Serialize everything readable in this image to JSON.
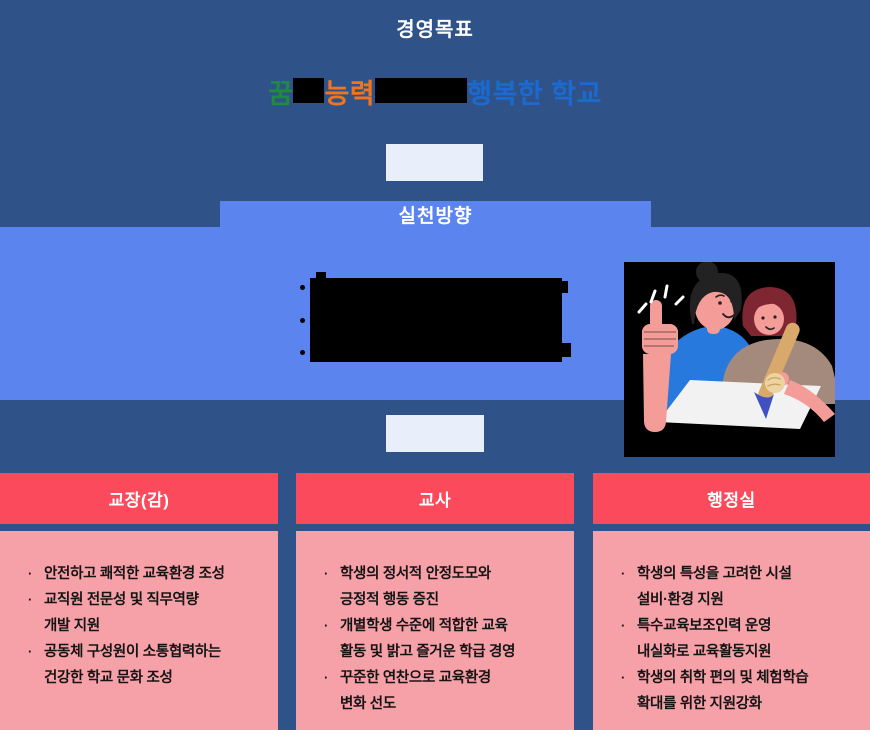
{
  "colors": {
    "background_navy": "#2f5389",
    "band_blue": "#5b84ee",
    "connector_light": "#e9effa",
    "header_red": "#fb4a5b",
    "body_pink": "#f6a0a8",
    "slogan_green": "#1e8b3d",
    "slogan_orange": "#f0761d",
    "slogan_blue": "#1b6ad1",
    "redacted_black": "#000000"
  },
  "ui": {
    "bullet": "·"
  },
  "header": {
    "title": "경영목표"
  },
  "slogan": {
    "segments": [
      {
        "text": "꿈",
        "style": "green"
      },
      {
        "text": "",
        "style": "redacted-short"
      },
      {
        "text": "능력",
        "style": "orange"
      },
      {
        "text": "",
        "style": "redacted-long"
      },
      {
        "text": "행복한 학교",
        "style": "blue"
      }
    ]
  },
  "action_section": {
    "title": "실천방향",
    "items_redacted": true,
    "item_count": 3
  },
  "illustration": {
    "name": "teacher-thumbs-up-with-student-writing"
  },
  "departments": [
    {
      "title": "교장(감)",
      "items": [
        "안전하고 쾌적한 교육환경 조성",
        "교직원 전문성 및 직무역량\n개발 지원",
        "공동체 구성원이 소통협력하는\n건강한 학교 문화 조성"
      ]
    },
    {
      "title": "교사",
      "items": [
        "학생의 정서적 안정도모와\n긍정적 행동 증진",
        "개별학생 수준에 적합한 교육\n활동 및 밝고 즐거운 학급 경영",
        "꾸준한 연찬으로 교육환경\n변화 선도"
      ]
    },
    {
      "title": "행정실",
      "items": [
        "학생의 특성을 고려한 시설\n설비·환경 지원",
        "특수교육보조인력 운영\n내실화로 교육활동지원",
        "학생의 취학 편의 및 체험학습\n확대를 위한 지원강화"
      ]
    }
  ]
}
